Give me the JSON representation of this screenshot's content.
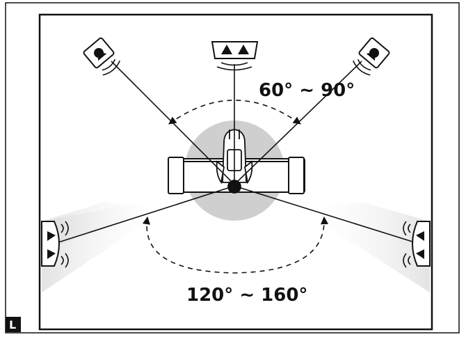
{
  "labels": {
    "front_angle": "60° ~ 90°",
    "rear_angle": "120° ~ 160°",
    "corner_marker": "L"
  },
  "colors": {
    "line": "#111111",
    "listening_zone": "#d0d0d0",
    "sound_beam": "#e6e6e6",
    "background": "#ffffff"
  },
  "icons": [
    "front-left-speaker-icon",
    "center-speaker-icon",
    "front-right-speaker-icon",
    "surround-left-speaker-icon",
    "surround-right-speaker-icon",
    "listener-icon",
    "sofa-icon"
  ]
}
